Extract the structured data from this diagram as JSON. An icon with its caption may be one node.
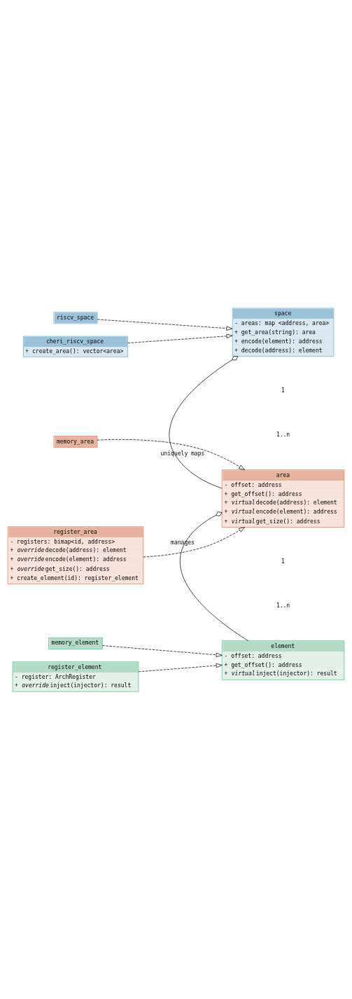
{
  "diagram": {
    "nodes": [
      {
        "text": [
          "space",
          "- areas: map <address, area>",
          "+ get_area(string): area",
          "+ encode(element): address",
          "+ decode(address): element"
        ]
      },
      {
        "text": [
          "riscv_space"
        ]
      },
      {
        "text": [
          "cheri_riscv_space",
          "+ create_area(): vector<area>"
        ]
      },
      {
        "text": [
          "area",
          "- offset: address",
          "+ get_offset(): address",
          "+ *virtual* decode(address): element",
          "+ *virtual* encode(element): address",
          "+ *virtual* get_size(): address"
        ]
      },
      {
        "text": [
          "memory_area"
        ]
      },
      {
        "text": [
          "register_area",
          "- registers: bimap<id, address>",
          "+ *override* decode(address): element",
          "+ *override* encode(element): address",
          "+ *override* get_size(): address",
          "+ create_element(id): register_element"
        ]
      },
      {
        "text": [
          "element",
          "- offset: address",
          "+ get_offset(): address",
          "+ *virtual* inject(injector): result"
        ]
      },
      {
        "text": [
          "memory_element"
        ]
      },
      {
        "text": [
          "register_element",
          "- register: ArchRegister",
          "+ *override* inject(injector): result"
        ]
      }
    ],
    "edges": [
      {
        "from": 0,
        "to": 3,
        "arrow": "other",
        "label": "uniquely maps"
      },
      {
        "from": 2,
        "to": 0,
        "arrow": "to",
        "style": "dashed"
      },
      {
        "from": 1,
        "to": 0,
        "arrow": "to",
        "style": "dashed"
      },
      {
        "from": 3,
        "to": 6,
        "arrow": "other",
        "label": "manages"
      },
      {
        "from": 5,
        "to": 3,
        "arrow": "to",
        "style": "dashed"
      },
      {
        "from": 4,
        "to": 3,
        "arrow": "to",
        "style": "dashed"
      },
      {
        "from": 8,
        "to": 6,
        "arrow": "to",
        "style": "dashed"
      },
      {
        "from": 7,
        "to": 6,
        "arrow": "to",
        "style": "dashed"
      }
    ],
    "labels": [
      "1",
      "1..n",
      "1",
      "1..n"
    ]
  }
}
